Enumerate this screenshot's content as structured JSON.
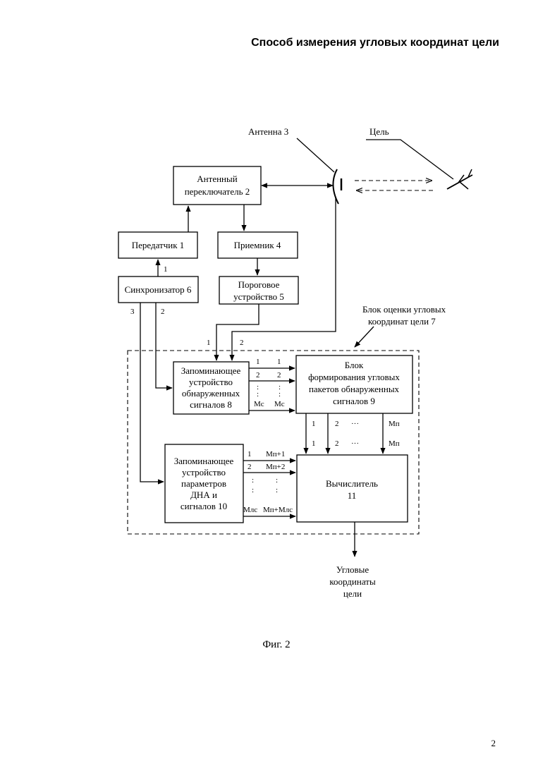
{
  "header": {
    "title": "Способ измерения угловых координат цели"
  },
  "labels": {
    "antenna": "Антенна 3",
    "target": "Цель",
    "block7_line1": "Блок оценки угловых",
    "block7_line2": "координат цели 7",
    "output_line1": "Угловые",
    "output_line2": "координаты",
    "output_line3": "цели"
  },
  "blocks": {
    "switch": [
      "Антенный",
      "переключатель 2"
    ],
    "transmitter": [
      "Передатчик 1"
    ],
    "receiver": [
      "Приемник 4"
    ],
    "synchronizer": [
      "Синхронизатор 6"
    ],
    "threshold": [
      "Пороговое",
      "устройство 5"
    ],
    "memory8": [
      "Запоминающее",
      "устройство",
      "обнаруженных",
      "сигналов 8"
    ],
    "former9": [
      "Блок",
      "формирования угловых",
      "пакетов обнаруженных",
      "сигналов 9"
    ],
    "memory10": [
      "Запоминающее",
      "устройство",
      "параметров",
      "ДНА и",
      "сигналов 10"
    ],
    "calc11": [
      "Вычислитель",
      "11"
    ]
  },
  "ports": {
    "sync_out_1": "1",
    "sync_out_2": "2",
    "sync_out_3": "3",
    "in8_1": "1",
    "in8_2": "2",
    "m8_out": [
      "1",
      "2",
      "Mс"
    ],
    "m9_in": [
      "1",
      "2",
      "Mс"
    ],
    "m9_out": [
      "1",
      "2",
      "···",
      "Mп"
    ],
    "m11_in": [
      "1",
      "2",
      "···",
      "Mп"
    ],
    "m10_out": [
      "1",
      "2",
      "Mлс"
    ],
    "m11_in_b": [
      "Mп+1",
      "Mп+2",
      "Mп+Mлс"
    ],
    "dots": ":"
  },
  "caption": "Фиг. 2",
  "page_number": "2"
}
